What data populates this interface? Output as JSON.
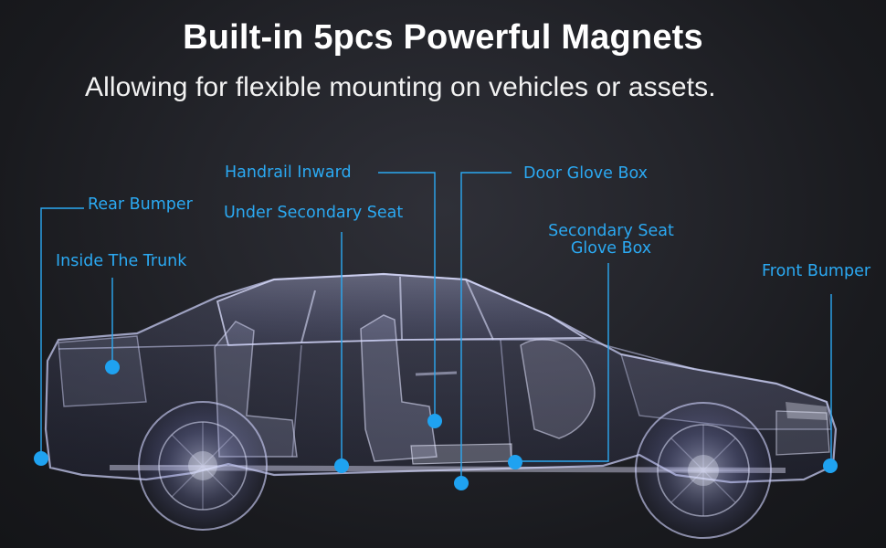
{
  "headline": "Built-in 5pcs Powerful Magnets",
  "subheadline": "Allowing for flexible mounting on vehicles or assets.",
  "colors": {
    "accent": "#2ba9f2",
    "background": "#1c1d22",
    "title": "#ffffff"
  },
  "locations": {
    "rear_bumper": "Rear Bumper",
    "inside_trunk": "Inside The Trunk",
    "handrail_inward": "Handrail Inward",
    "under_secondary_seat": "Under Secondary Seat",
    "door_glove_box": "Door Glove Box",
    "secondary_seat_glove_box_line1": "Secondary Seat",
    "secondary_seat_glove_box_line2": "Glove Box",
    "front_bumper": "Front Bumper"
  },
  "illustration": "car-xray-icon"
}
